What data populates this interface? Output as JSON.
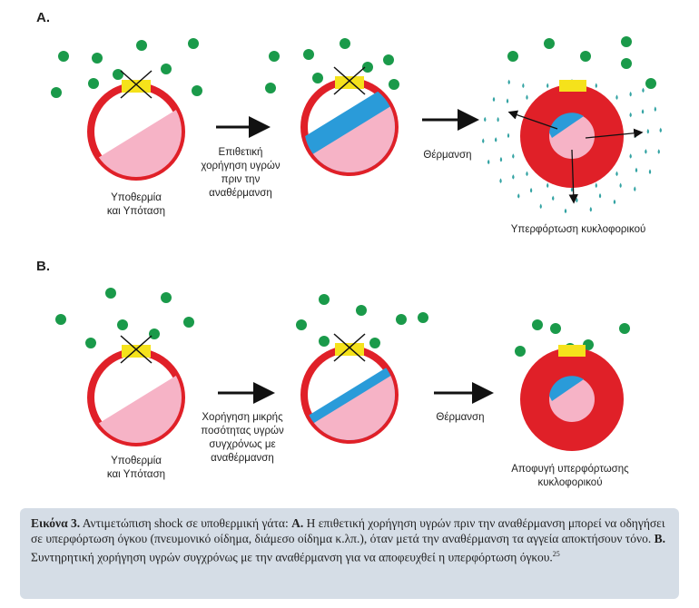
{
  "section_a": {
    "label": "A."
  },
  "section_b": {
    "label": "B."
  },
  "colors": {
    "vessel": "#e02028",
    "plasma": "#f6b3c6",
    "fluid": "#2a9bd9",
    "dot": "#1a9a4a",
    "droplet": "#33a3a3",
    "clamp": "#f5e21b"
  },
  "row_a": {
    "label1_line1": "Υποθερμία",
    "label1_line2": "και Υπόταση",
    "arrow1_line1": "Επιθετική",
    "arrow1_line2": "χορήγηση υγρών",
    "arrow1_line3": "πριν την",
    "arrow1_line4": "αναθέρμανση",
    "arrow2": "Θέρμανση",
    "result": "Υπερφόρτωση κυκλοφορικού"
  },
  "row_b": {
    "label1_line1": "Υποθερμία",
    "label1_line2": "και Υπόταση",
    "arrow1_line1": "Χορήγηση μικρής",
    "arrow1_line2": "ποσότητας υγρών",
    "arrow1_line3": "συγχρόνως με",
    "arrow1_line4": "αναθέρμανση",
    "arrow2": "Θέρμανση",
    "result_line1": "Αποφυγή υπερφόρτωσης",
    "result_line2": "κυκλοφορικού"
  },
  "caption": {
    "figure_label": "Εικόνα 3.",
    "text1": " Αντιμετώπιση shock σε υποθερμική γάτα: ",
    "part_a_label": "Α.",
    "text2": " Η επιθετική χορήγηση υγρών πριν την αναθέρμανση μπορεί να οδηγήσει σε υπερφόρτωση όγκου (πνευμονικό οίδημα, διάμεσο οίδημα κ.λπ.), όταν μετά την αναθέρμανση τα αγγεία αποκτήσουν τόνο. ",
    "part_b_label": "Β.",
    "text3": " Συντηρητική χορήγηση υγρών συγχρόνως με την αναθέρμανση για να αποφευχθεί η υπερφόρτωση όγκου.",
    "ref": "25"
  }
}
